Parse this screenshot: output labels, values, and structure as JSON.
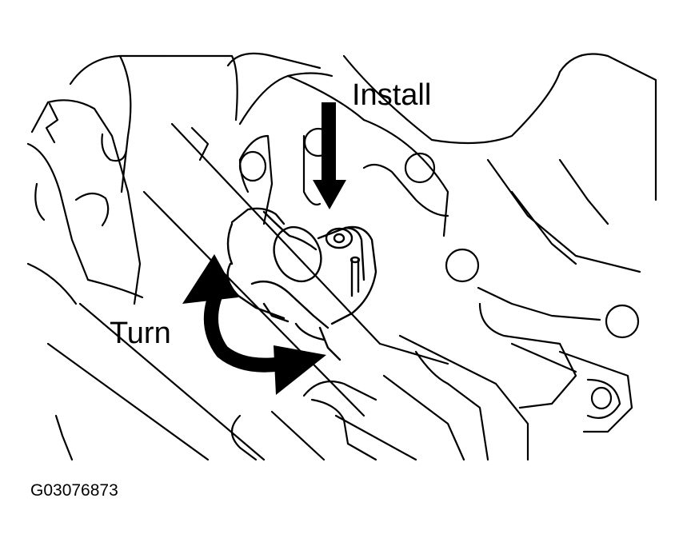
{
  "labels": {
    "install": "Install",
    "turn": "Turn"
  },
  "figure_id": "G03076873",
  "colors": {
    "line": "#000000",
    "background": "#ffffff"
  }
}
